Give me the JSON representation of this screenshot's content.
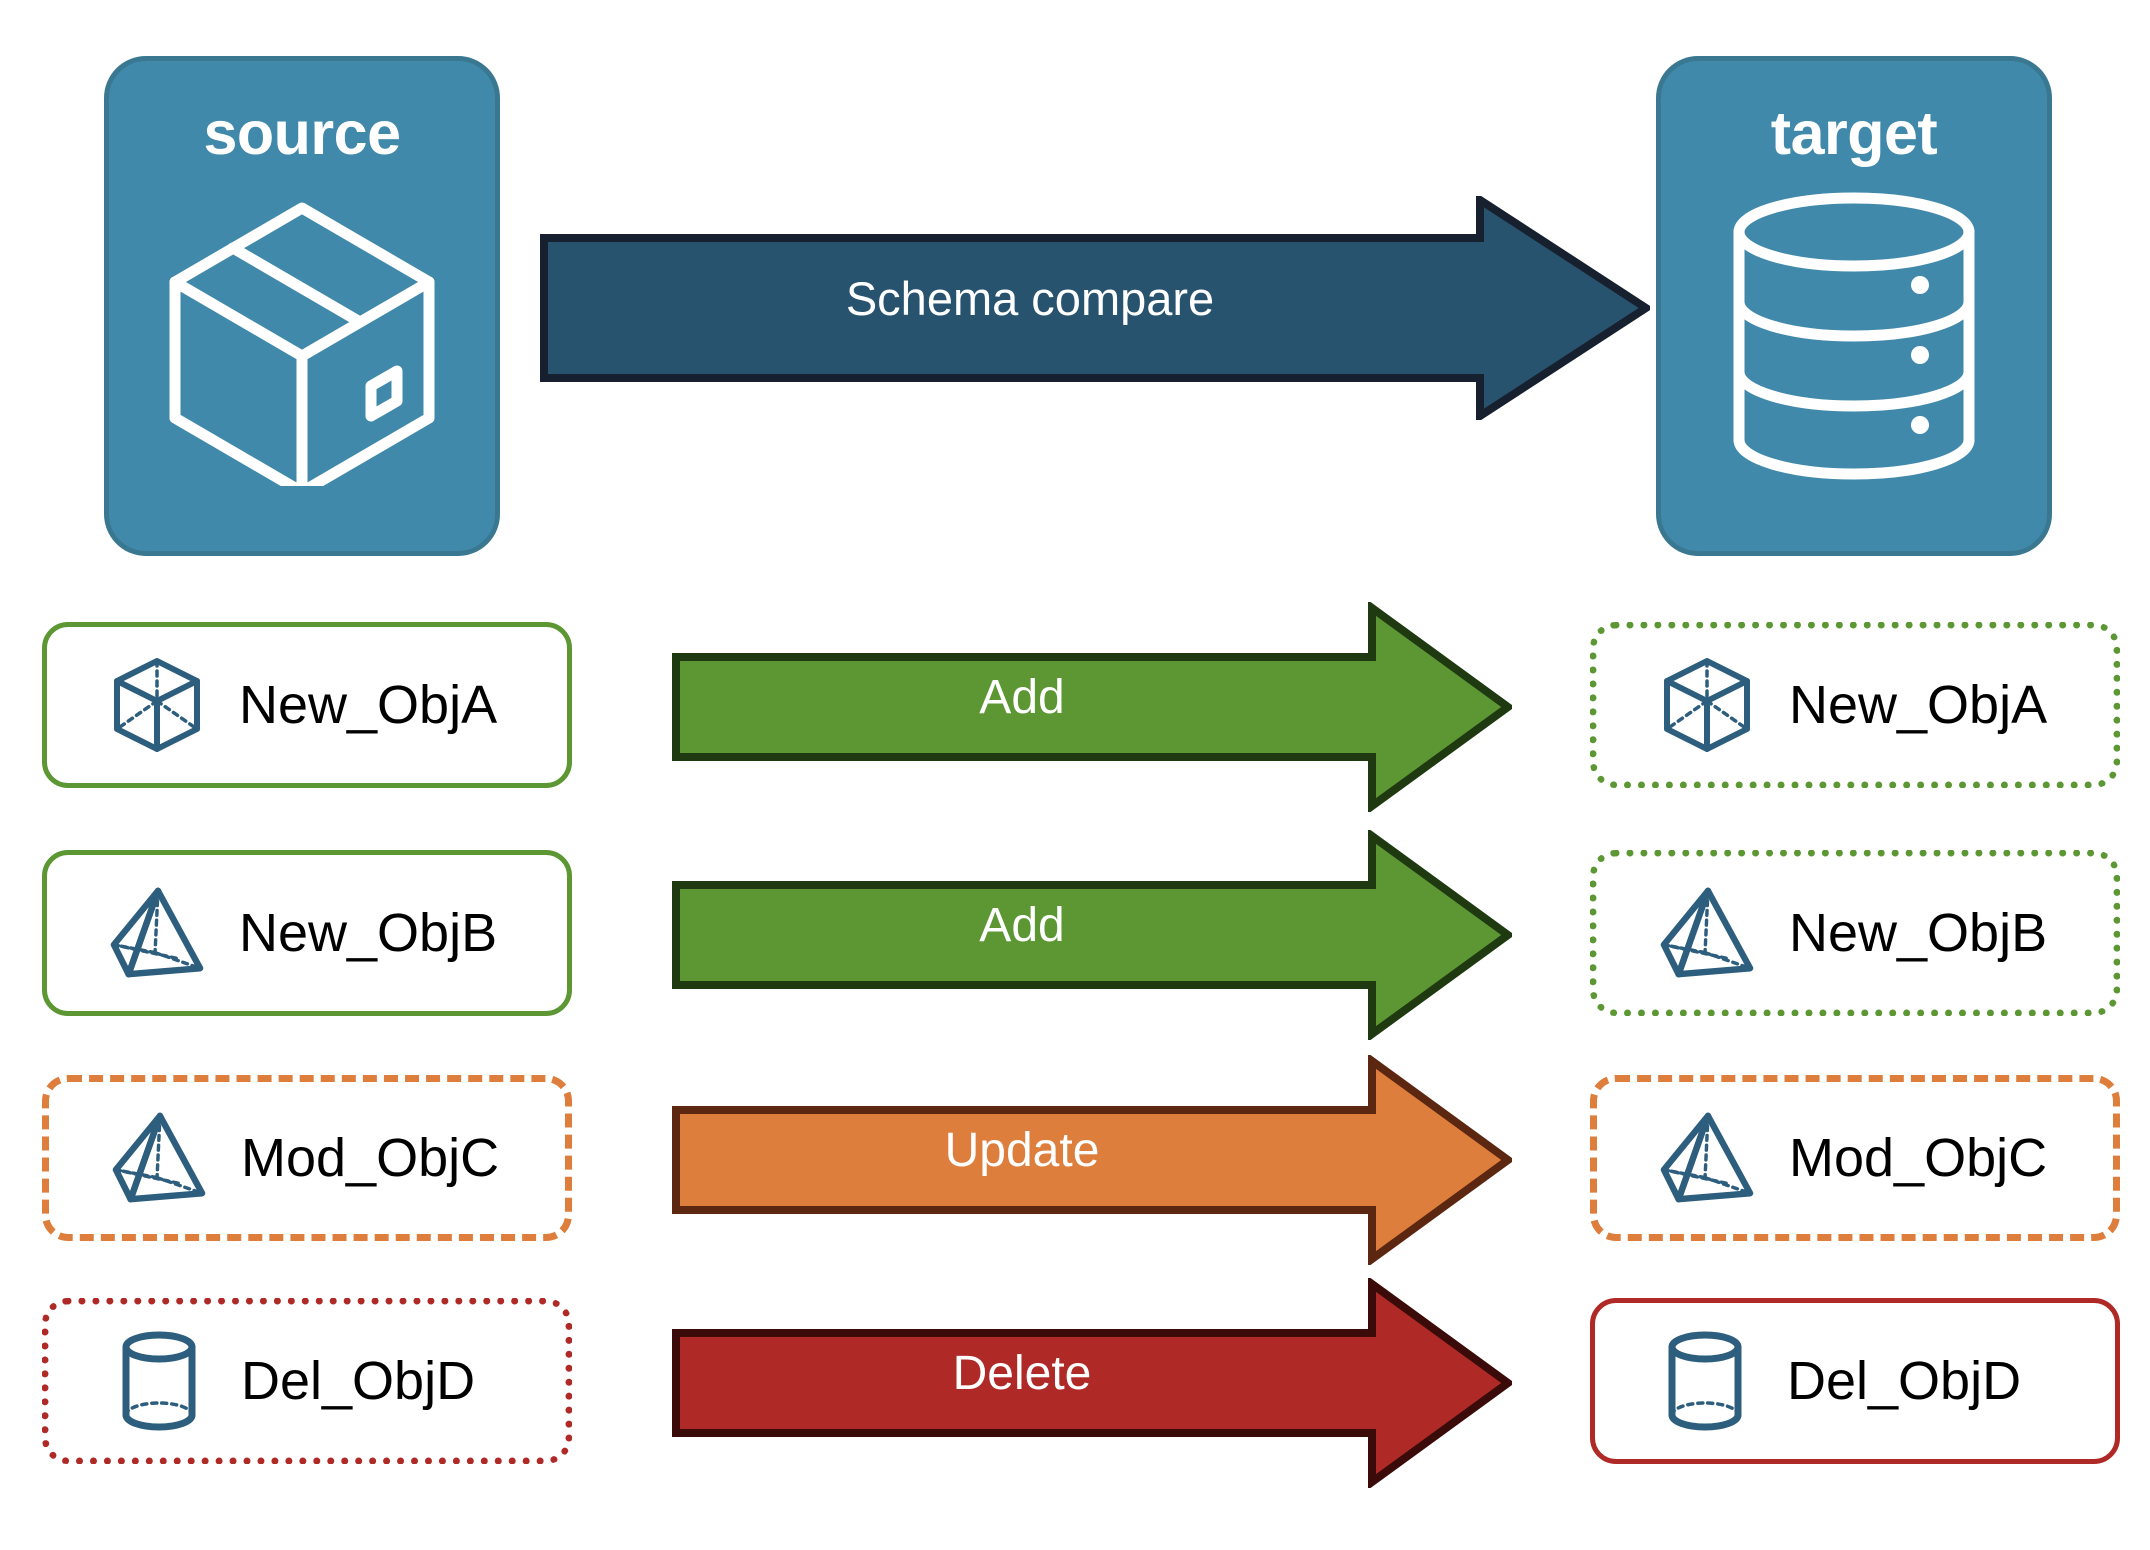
{
  "diagram": {
    "title_not_rendered": "",
    "colors": {
      "card_fill": "#4189AA",
      "card_border": "#3A7891",
      "compare_arrow_fill": "#28536F",
      "compare_arrow_border": "#16202E",
      "add_fill": "#5C9733",
      "add_border": "#1F3911",
      "update_fill": "#DE7E3C",
      "update_border": "#5C2711",
      "delete_fill": "#AF2A26",
      "delete_border": "#3B0B0A",
      "icon_blue": "#2E5E7E",
      "text_black": "#000000",
      "text_white": "#FFFFFF"
    },
    "endpoints": [
      {
        "id": "source",
        "label": "source",
        "icon": "package-box-icon"
      },
      {
        "id": "target",
        "label": "target",
        "icon": "database-cylinder-icon"
      }
    ],
    "compare_arrow": {
      "label": "Schema compare",
      "direction": "right",
      "icon": "right-arrow-icon"
    },
    "rows": [
      {
        "action": "Add",
        "action_color": "#5C9733",
        "action_border_color": "#1F3911",
        "source": {
          "label": "New_ObjA",
          "icon": "cube-wireframe-icon",
          "border_style": "solid",
          "border_color": "#5C9733"
        },
        "target": {
          "label": "New_ObjA",
          "icon": "cube-wireframe-icon",
          "border_style": "dotted",
          "border_color": "#5C9733"
        }
      },
      {
        "action": "Add",
        "action_color": "#5C9733",
        "action_border_color": "#1F3911",
        "source": {
          "label": "New_ObjB",
          "icon": "pyramid-wireframe-icon",
          "border_style": "solid",
          "border_color": "#5C9733"
        },
        "target": {
          "label": "New_ObjB",
          "icon": "pyramid-wireframe-icon",
          "border_style": "dotted",
          "border_color": "#5C9733"
        }
      },
      {
        "action": "Update",
        "action_color": "#DE7E3C",
        "action_border_color": "#5C2711",
        "source": {
          "label": "Mod_ObjC",
          "icon": "pyramid-wireframe-icon",
          "border_style": "dashed",
          "border_color": "#DE7E3C"
        },
        "target": {
          "label": "Mod_ObjC",
          "icon": "pyramid-wireframe-icon",
          "border_style": "dashed",
          "border_color": "#DE7E3C"
        }
      },
      {
        "action": "Delete",
        "action_color": "#AF2A26",
        "action_border_color": "#3B0B0A",
        "source": {
          "label": "Del_ObjD",
          "icon": "cylinder-wireframe-icon",
          "border_style": "dotted",
          "border_color": "#AF2A26"
        },
        "target": {
          "label": "Del_ObjD",
          "icon": "cylinder-wireframe-icon",
          "border_style": "solid",
          "border_color": "#AF2A26"
        }
      }
    ]
  }
}
